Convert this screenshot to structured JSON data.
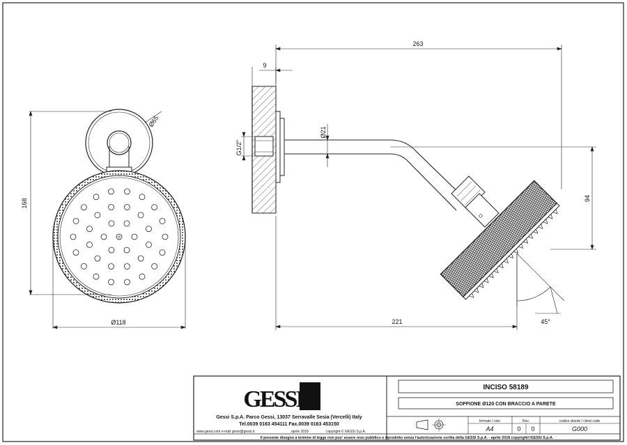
{
  "drawing": {
    "dimensions": {
      "flange_dia": "Ø65",
      "height": "168",
      "head_dia": "Ø118",
      "overall_length": "263",
      "wall_thickness": "9",
      "arm_dia": "Ø21",
      "thread": "G1/2\"",
      "drop": "94",
      "projection": "221",
      "angle": "45°"
    }
  },
  "title_block": {
    "logo_text": "GESSI",
    "company_line": "Gessi S.p.A. Parco Gessi, 13037 Serravalle Sesia (Vercelli) Italy",
    "contact_line": "Tel.0039 0163 454111 Fax.0039 0163 453150",
    "web_line": "www.gessi.com e-mail gessi@gessi.it",
    "date": "aprile 2018",
    "copyright": "copyright © GESSI S.p.A.",
    "product_code": "INCISO 58189",
    "product_desc": "SOFFIONE Ø120 CON BRACCIO A PARETE",
    "format_label": "formato / size",
    "format_value": "A4",
    "rev_label": "Rev.",
    "rev_values": [
      "0",
      "0"
    ],
    "client_code_label": "codice cliente / client code",
    "client_code_value": "G000",
    "footer_notice": "Il presente disegno a termine di legge non puo' essere reso pubblico o riprodotto senza l'autorizzazione scritta della GESSI S.p.A. - aprile 2018 copyright©GESSI S.p.A."
  }
}
